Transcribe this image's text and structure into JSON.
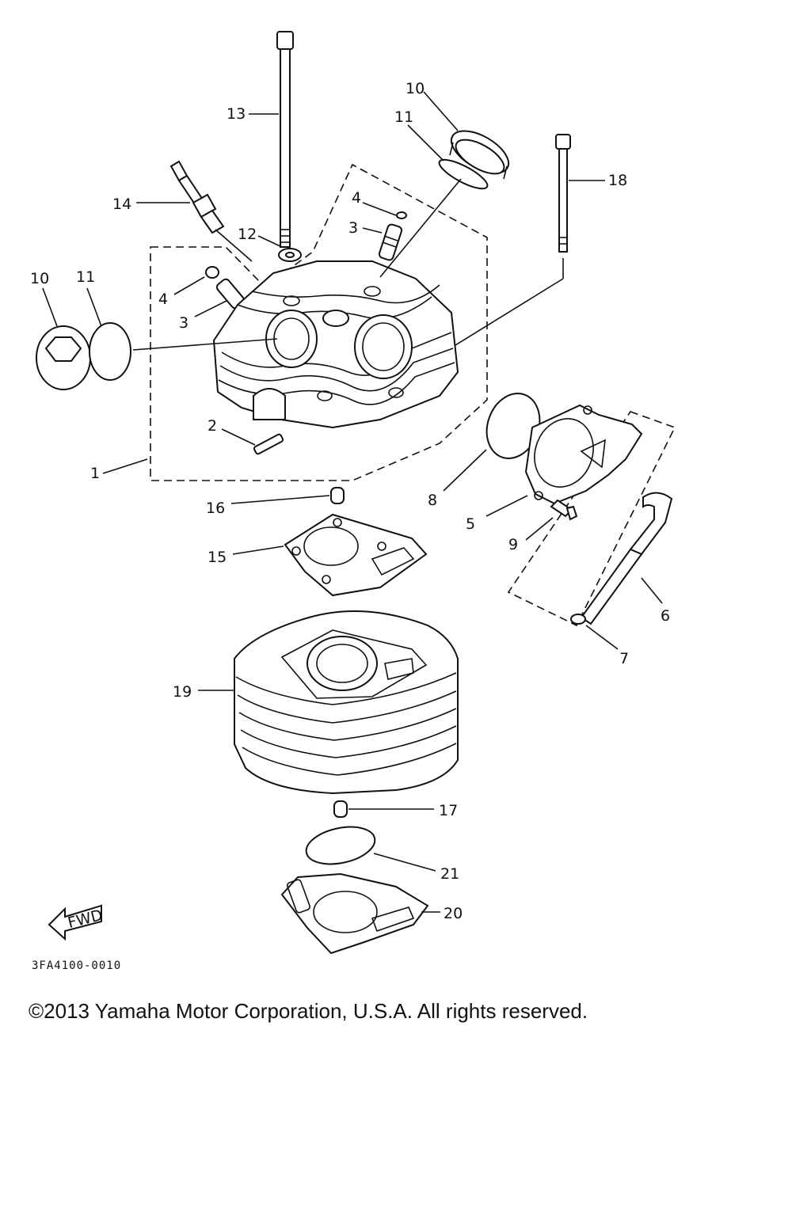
{
  "diagram": {
    "callouts": [
      "1",
      "2",
      "3",
      "3",
      "4",
      "4",
      "5",
      "6",
      "7",
      "8",
      "9",
      "10",
      "10",
      "11",
      "11",
      "12",
      "13",
      "14",
      "15",
      "16",
      "17",
      "18",
      "19",
      "20",
      "21"
    ],
    "direction_label": "FWD",
    "drawing_code": "3FA4100-0010"
  },
  "footer": {
    "copyright": "©2013 Yamaha Motor Corporation, U.S.A. All rights reserved."
  }
}
